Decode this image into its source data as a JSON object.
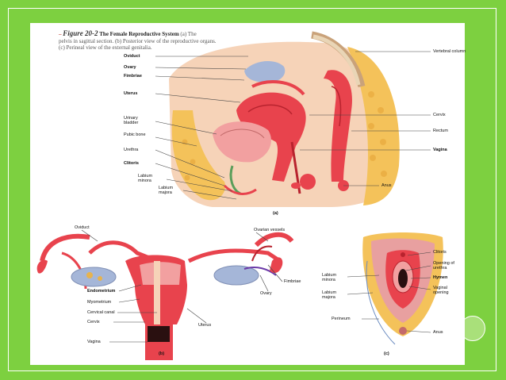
{
  "figure": {
    "number": "Figure 20-2",
    "title": "The Female Reproductive System",
    "caption_line1": "(a) The",
    "caption_line2": "pelvis in sagittal section. (b) Posterior view of the reproductive organs.",
    "caption_line3": "(c) Perineal view of the external genitalia."
  },
  "panel_a": {
    "tag": "(a)",
    "left_labels": [
      "Oviduct",
      "Ovary",
      "Fimbriae",
      "Uterus",
      "Urinary bladder",
      "Pubic bone",
      "Urethra",
      "Clitoris",
      "Labium minora",
      "Labium majora"
    ],
    "right_labels": [
      "Vertebral column",
      "Cervix",
      "Rectum",
      "Vagina",
      "Anus"
    ]
  },
  "panel_b": {
    "tag": "(b)",
    "labels": [
      "Oviduct",
      "Ovarian vessels",
      "Fimbriae",
      "Ovary",
      "Uterus",
      "Endometrium",
      "Myometrium",
      "Cervical canal",
      "Cervix",
      "Vagina"
    ]
  },
  "panel_c": {
    "tag": "(c)",
    "labels": [
      "Clitoris",
      "Opening of urethra",
      "Hymen",
      "Vaginal opening",
      "Anus",
      "Labium minora",
      "Labium majora",
      "Perineum"
    ]
  },
  "colors": {
    "background": "#7dd040",
    "tissue": "#e8434d",
    "tissue_dark": "#b8232e",
    "fat": "#f4c25a",
    "skin": "#f6d3b8",
    "ovary": "#a5b6d8"
  }
}
